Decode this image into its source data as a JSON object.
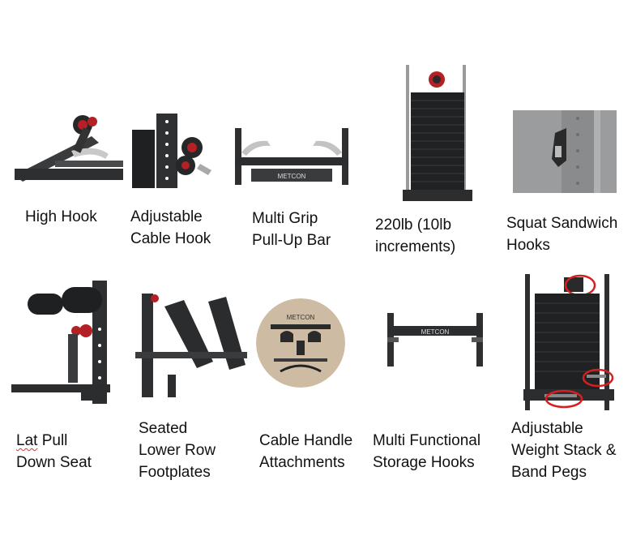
{
  "features": [
    {
      "id": "high-hook",
      "label": "High Hook"
    },
    {
      "id": "adjustable-cable-hook",
      "label": "Adjustable\nCable Hook"
    },
    {
      "id": "multi-grip-bar",
      "label": "Multi Grip\nPull-Up Bar",
      "brand": "METCON"
    },
    {
      "id": "weight-stack",
      "label": "220lb (10lb\nincrements)"
    },
    {
      "id": "squat-sandwich-hooks",
      "label": "Squat Sandwich\nHooks"
    },
    {
      "id": "lat-pull-down-seat",
      "label_line1_word": "Lat",
      "label_line1_rest": " Pull",
      "label_line2": "Down Seat"
    },
    {
      "id": "seated-lower-row",
      "label": "Seated\nLower Row\nFootplates"
    },
    {
      "id": "cable-handles",
      "label": "Cable Handle\nAttachments",
      "brand": "METCON"
    },
    {
      "id": "storage-hooks",
      "label": "Multi Functional\nStorage Hooks",
      "brand": "METCON"
    },
    {
      "id": "band-pegs",
      "label": "Adjustable\nWeight Stack &\nBand Pegs"
    }
  ]
}
